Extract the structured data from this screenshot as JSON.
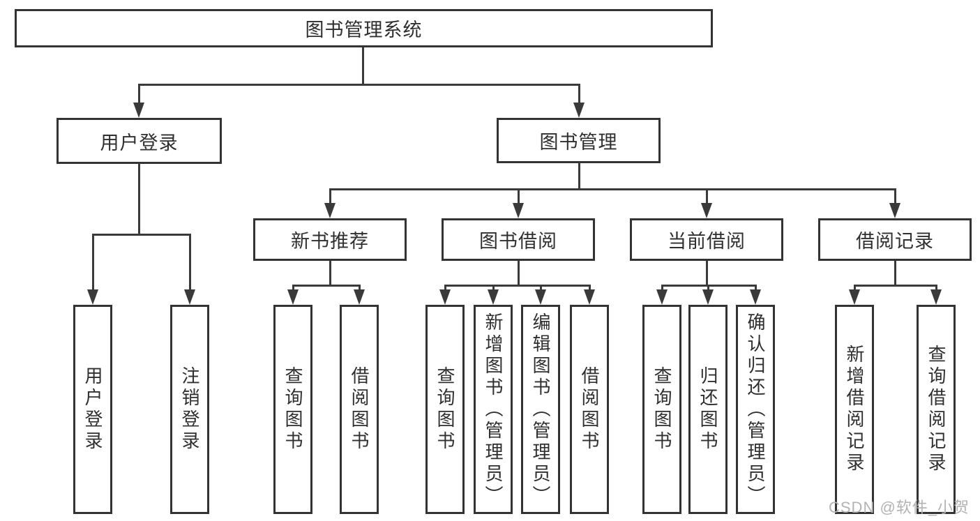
{
  "tree": {
    "root": "图书管理系统",
    "branches": [
      {
        "label": "用户登录",
        "leaves": [
          "用户登录",
          "注销登录"
        ]
      },
      {
        "label": "图书管理",
        "groups": [
          {
            "label": "新书推荐",
            "leaves": [
              "查询图书",
              "借阅图书"
            ]
          },
          {
            "label": "图书借阅",
            "leaves": [
              "查询图书",
              "新增图书（管理员）",
              "编辑图书（管理员）",
              "借阅图书"
            ]
          },
          {
            "label": "当前借阅",
            "leaves": [
              "查询图书",
              "归还图书",
              "确认归还（管理员）"
            ]
          },
          {
            "label": "借阅记录",
            "leaves": [
              "新增借阅记录",
              "查询借阅记录"
            ]
          }
        ]
      }
    ]
  },
  "watermark": {
    "text": "CSDN @软件_小贺同学"
  },
  "colors": {
    "line": "#3a3a3a",
    "box_border": "#333333",
    "text": "#2f2f2f",
    "background": "#ffffff",
    "watermark": "#b3b3b3"
  }
}
